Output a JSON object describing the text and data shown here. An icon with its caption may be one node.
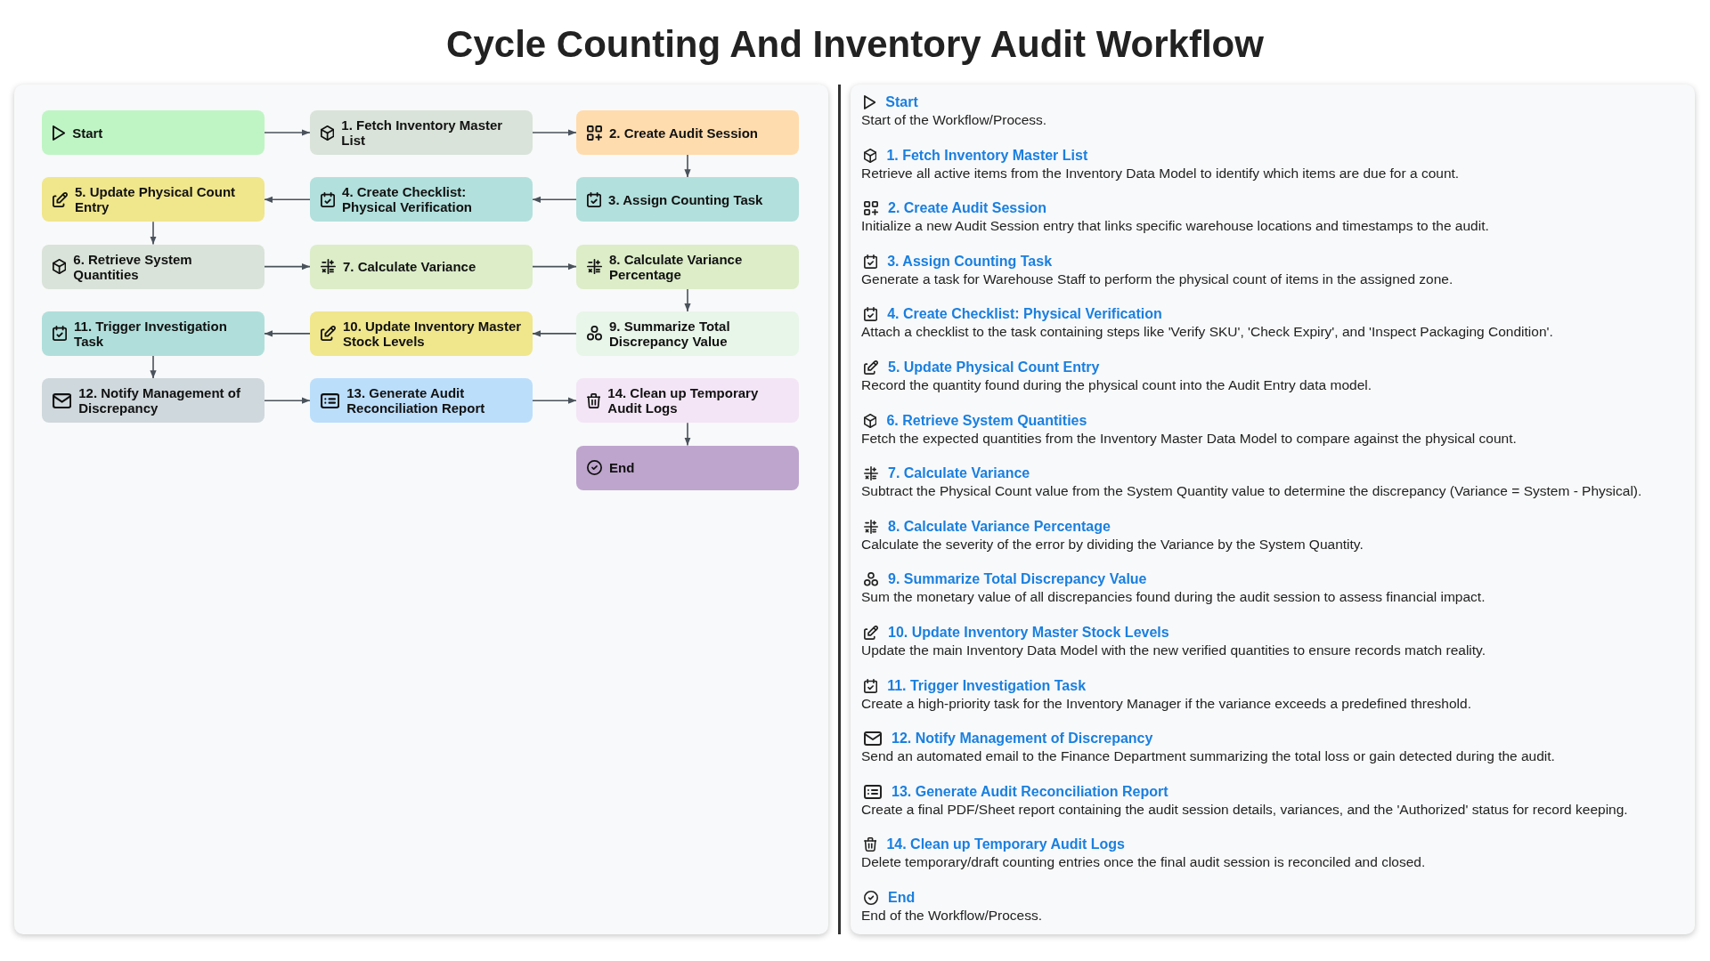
{
  "diagram": {
    "title": "Cycle Counting And Inventory Audit Workflow",
    "nodes": [
      {
        "text": [
          "Start"
        ]
      },
      {
        "text": [
          "1. Fetch Inventory Master List"
        ]
      },
      {
        "text": [
          "2. Create Audit Session"
        ]
      },
      {
        "text": [
          "3. Assign Counting Task"
        ]
      },
      {
        "text": [
          "4. Create Checklist: Physical Verification"
        ]
      },
      {
        "text": [
          "5. Update Physical Count Entry"
        ]
      },
      {
        "text": [
          "6. Retrieve System Quantities"
        ]
      },
      {
        "text": [
          "7. Calculate Variance"
        ]
      },
      {
        "text": [
          "8. Calculate Variance Percentage"
        ]
      },
      {
        "text": [
          "9. Summarize Total Discrepancy Value"
        ]
      },
      {
        "text": [
          "10. Update Inventory Master Stock Levels"
        ]
      },
      {
        "text": [
          "11. Trigger Investigation Task"
        ]
      },
      {
        "text": [
          "12. Notify Management of Discrepancy"
        ]
      },
      {
        "text": [
          "13. Generate Audit Reconciliation Report"
        ]
      },
      {
        "text": [
          "14. Clean up Temporary Audit Logs"
        ]
      },
      {
        "text": [
          "End"
        ]
      }
    ],
    "edges": [
      {
        "from": 0,
        "to": 1,
        "arrow": "to"
      },
      {
        "from": 1,
        "to": 2,
        "arrow": "to"
      },
      {
        "from": 2,
        "to": 3,
        "arrow": "to"
      },
      {
        "from": 3,
        "to": 4,
        "arrow": "to"
      },
      {
        "from": 4,
        "to": 5,
        "arrow": "to"
      },
      {
        "from": 5,
        "to": 6,
        "arrow": "to"
      },
      {
        "from": 6,
        "to": 7,
        "arrow": "to"
      },
      {
        "from": 7,
        "to": 8,
        "arrow": "to"
      },
      {
        "from": 8,
        "to": 9,
        "arrow": "to"
      },
      {
        "from": 9,
        "to": 10,
        "arrow": "to"
      },
      {
        "from": 10,
        "to": 11,
        "arrow": "to"
      },
      {
        "from": 11,
        "to": 12,
        "arrow": "to"
      },
      {
        "from": 12,
        "to": 13,
        "arrow": "to"
      },
      {
        "from": 13,
        "to": 14,
        "arrow": "to"
      },
      {
        "from": 14,
        "to": 15,
        "arrow": "to"
      }
    ],
    "labels": [
      "Start",
      "Start of the Workflow/Process.",
      "1. Fetch Inventory Master List",
      "Retrieve all active items from the Inventory Data Model to identify which items are due for a count.",
      "2. Create Audit Session",
      "Initialize a new Audit Session entry that links specific warehouse locations and timestamps to the audit.",
      "3. Assign Counting Task",
      "Generate a task for Warehouse Staff to perform the physical count of items in the assigned zone.",
      "4. Create Checklist: Physical Verification",
      "Attach a checklist to the task containing steps like 'Verify SKU', 'Check Expiry', and 'Inspect Packaging Condition'.",
      "5. Update Physical Count Entry",
      "Record the quantity found during the physical count into the Audit Entry data model.",
      "6. Retrieve System Quantities",
      "Fetch the expected quantities from the Inventory Master Data Model to compare against the physical count.",
      "7. Calculate Variance",
      "Subtract the Physical Count value from the System Quantity value to determine the discrepancy (Variance = System - Physical).",
      "8. Calculate Variance Percentage",
      "Calculate the severity of the error by dividing the Variance by the System Quantity.",
      "9. Summarize Total Discrepancy Value",
      "Sum the monetary value of all discrepancies found during the audit session to assess financial impact.",
      "10. Update Inventory Master Stock Levels",
      "Update the main Inventory Data Model with the new verified quantities to ensure records match reality.",
      "11. Trigger Investigation Task",
      "Create a high-priority task for the Inventory Manager if the variance exceeds a predefined threshold.",
      "12. Notify Management of Discrepancy",
      "Send an automated email to the Finance Department summarizing the total loss or gain detected during the audit.",
      "13. Generate Audit Reconciliation Report",
      "Create a final PDF/Sheet report containing the audit session details, variances, and the 'Authorized' status for record keeping.",
      "14. Clean up Temporary Audit Logs",
      "Delete temporary/draft counting entries once the final audit session is reconciled and closed.",
      "End",
      "End of the Workflow/Process."
    ]
  }
}
